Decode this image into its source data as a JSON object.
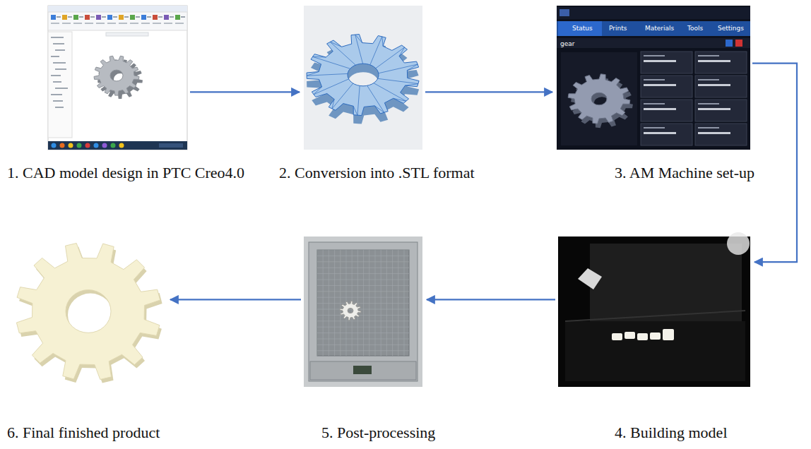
{
  "diagram": {
    "nodes": [
      {
        "text": [
          "1. CAD model design in PTC Creo4.0"
        ]
      },
      {
        "text": [
          "2. Conversion into .STL format"
        ]
      },
      {
        "text": [
          "3. AM Machine set-up"
        ]
      },
      {
        "text": [
          "4. Building model"
        ]
      },
      {
        "text": [
          "5. Post-processing"
        ]
      },
      {
        "text": [
          "6. Final finished product"
        ]
      }
    ],
    "edges": [
      {
        "from": 0,
        "to": 1,
        "arrow": "to"
      },
      {
        "from": 1,
        "to": 2,
        "arrow": "to"
      },
      {
        "from": 2,
        "to": 3,
        "arrow": "to"
      },
      {
        "from": 3,
        "to": 4,
        "arrow": "to"
      },
      {
        "from": 4,
        "to": 5,
        "arrow": "to"
      }
    ],
    "labels": [
      "Status",
      "Prints",
      "Materials",
      "Tools",
      "Settings",
      "gear"
    ]
  }
}
